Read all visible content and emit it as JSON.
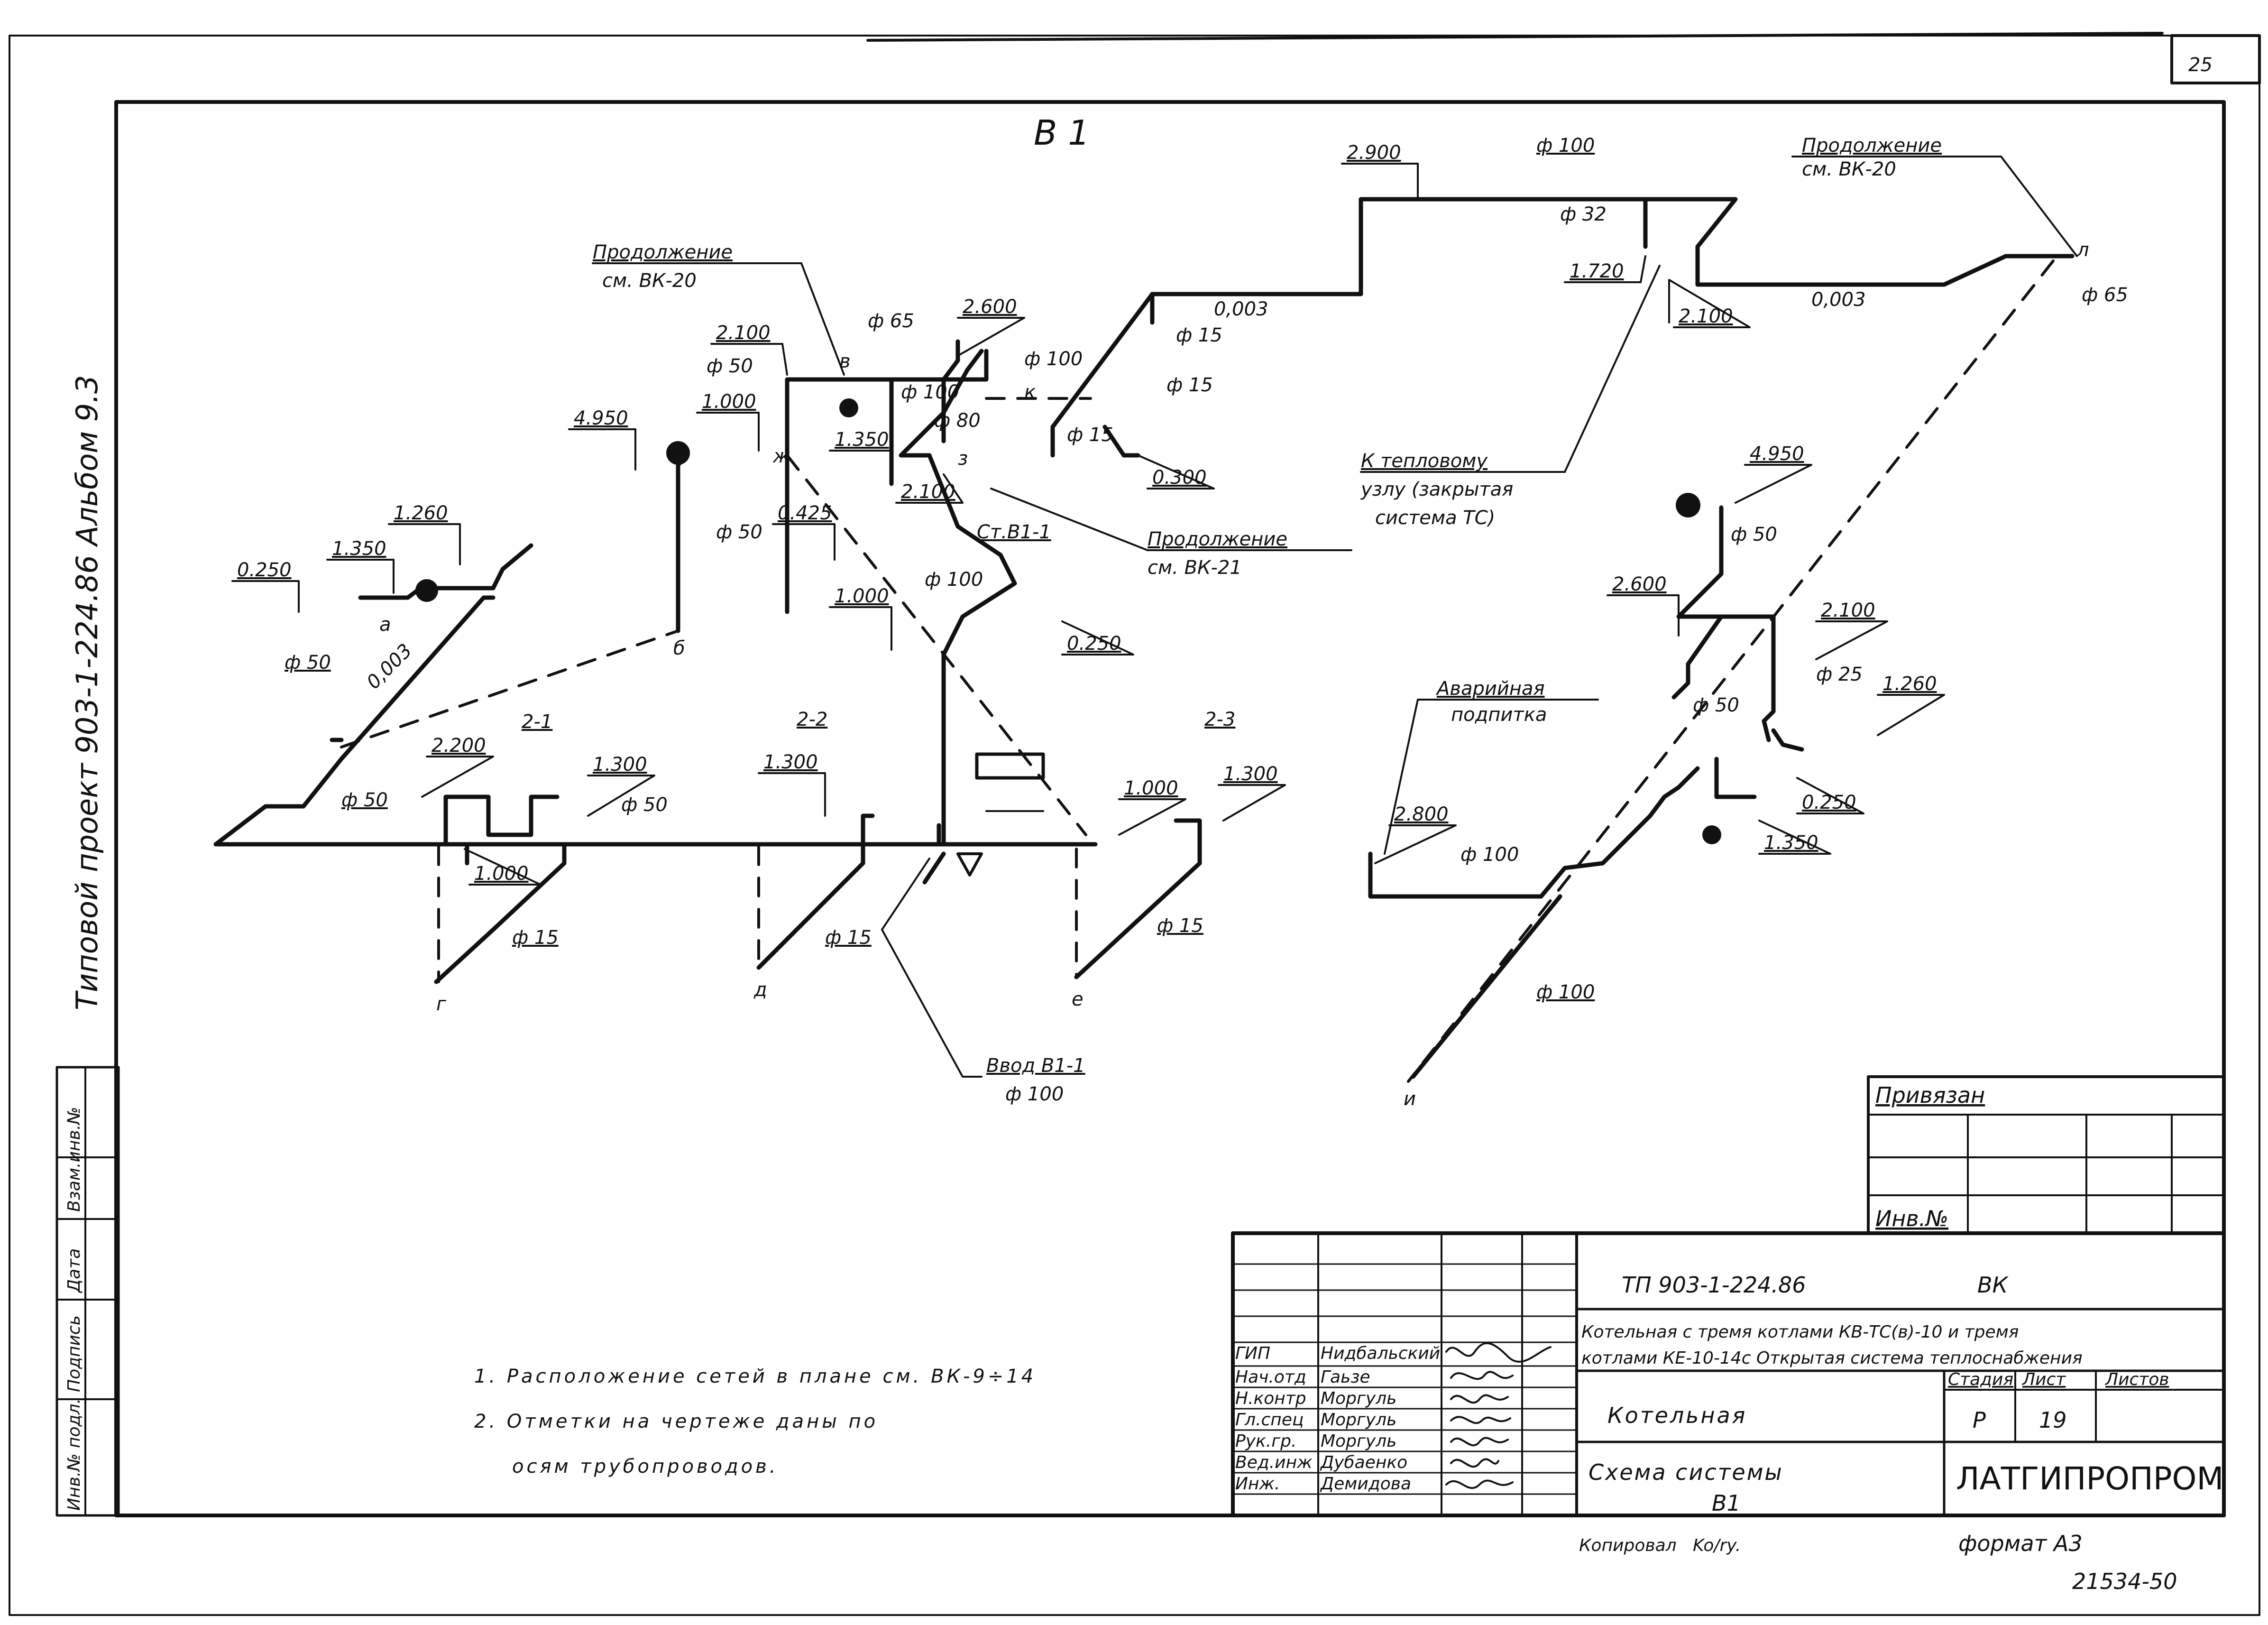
{
  "sheet": {
    "page_number": "25",
    "album_side": "Типовой проект 903-1-224.86 Альбом 9.3",
    "copied_by": "Копировал",
    "copier_sign": "Ko/ry.",
    "format": "формат А3",
    "archive_no": "21534-50"
  },
  "side_stamp": [
    "Инв.№ подл.",
    "Подпись",
    "Дата",
    "Взам.инв.№"
  ],
  "diagram": {
    "title": "В 1",
    "continuation_vk20_a": "Продолжение",
    "continuation_vk20_a_ref": "см. ВК-20",
    "continuation_vk20_b": "Продолжение",
    "continuation_vk20_b_ref": "см. ВК-20",
    "continuation_vk21": "Продолжение",
    "continuation_vk21_ref": "см. ВК-21",
    "heat_node_1": "К тепловому",
    "heat_node_2": "узлу (закрытая",
    "heat_node_3": "система ТС)",
    "emergency_1": "Аварийная",
    "emergency_2": "подпитка",
    "riser": "Ст.В1-1",
    "inlet": "Ввод В1-1",
    "inlet_d": "ф 100",
    "elevations": [
      "2.900",
      "1.720",
      "2.100",
      "2.600",
      "2.100",
      "1.000",
      "1.350",
      "4.950",
      "2.100",
      "0.425",
      "1.000",
      "1.260",
      "1.350",
      "0.250",
      "0.300",
      "0.250",
      "2.200",
      "1.300",
      "1.300",
      "1.000",
      "1.300",
      "1.000",
      "4.950",
      "2.600",
      "2.100",
      "1.260",
      "0.250",
      "1.350",
      "2.800"
    ],
    "diameters": [
      "ф 100",
      "ф 32",
      "ф 65",
      "ф 65",
      "ф 50",
      "ф 100",
      "ф 100",
      "ф 80",
      "ф 15",
      "ф 15",
      "ф 15",
      "ф 50",
      "ф 100",
      "ф 50",
      "ф 50",
      "ф 50",
      "ф 15",
      "ф 15",
      "ф 15",
      "ф 50",
      "ф 25",
      "ф 50",
      "ф 100",
      "ф 100"
    ],
    "slopes": [
      "0,003",
      "0,003",
      "0,003"
    ],
    "sections": [
      "2-1",
      "2-2",
      "2-3"
    ],
    "points": [
      "а",
      "б",
      "в",
      "г",
      "д",
      "е",
      "ж",
      "з",
      "и",
      "к",
      "л"
    ]
  },
  "notes": [
    "1. Расположение сетей в плане см. ВК-9÷14",
    "2. Отметки на чертеже даны по",
    "осям трубопроводов."
  ],
  "titleblock": {
    "bound": "Привязан",
    "inv_no": "Инв.№",
    "code": "ТП 903-1-224.86",
    "mark": "ВК",
    "description_1": "Котельная с тремя котлами КВ-ТС(в)-10 и тремя",
    "description_2": "котлами КЕ-10-14с Открытая система теплоснабжения",
    "object": "Котельная",
    "sheet_title_1": "Схема системы",
    "sheet_title_2": "В1",
    "stage_label": "Стадия",
    "sheet_label": "Лист",
    "sheets_label": "Листов",
    "stage": "Р",
    "sheet": "19",
    "org": "ЛАТГИПРОПРОМ",
    "staff": [
      {
        "role": "ГИП",
        "name": "Нидбальский"
      },
      {
        "role": "Нач.отд",
        "name": "Гаьзе"
      },
      {
        "role": "Н.контр",
        "name": "Моргуль"
      },
      {
        "role": "Гл.спец",
        "name": "Моргуль"
      },
      {
        "role": "Рук.гр.",
        "name": "Моргуль"
      },
      {
        "role": "Вед.инж",
        "name": "Дубаенко"
      },
      {
        "role": "Инж.",
        "name": "Демидова"
      }
    ]
  }
}
